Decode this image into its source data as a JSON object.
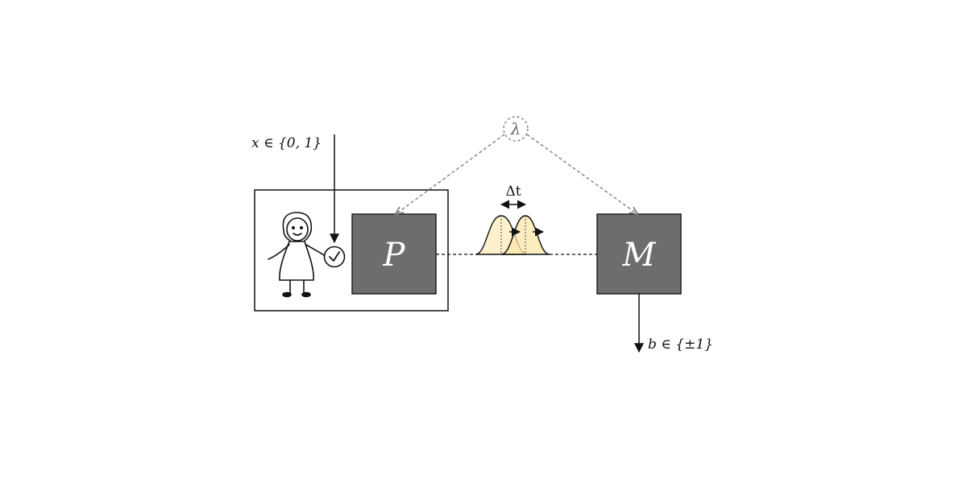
{
  "diagram": {
    "labels": {
      "input": "x ∈ {0, 1}",
      "lambda": "λ",
      "delta_t": "Δt",
      "prepare_box": "P",
      "measure_box": "M",
      "output": "b ∈ {±1}"
    },
    "colors": {
      "box_fill": "#6d6d6d",
      "pulse_fill": "#fdf0c6",
      "line": "#111111",
      "dashed_line": "#777777"
    },
    "icons": {
      "person": "girl-figure-icon",
      "clock": "clock-icon"
    }
  }
}
